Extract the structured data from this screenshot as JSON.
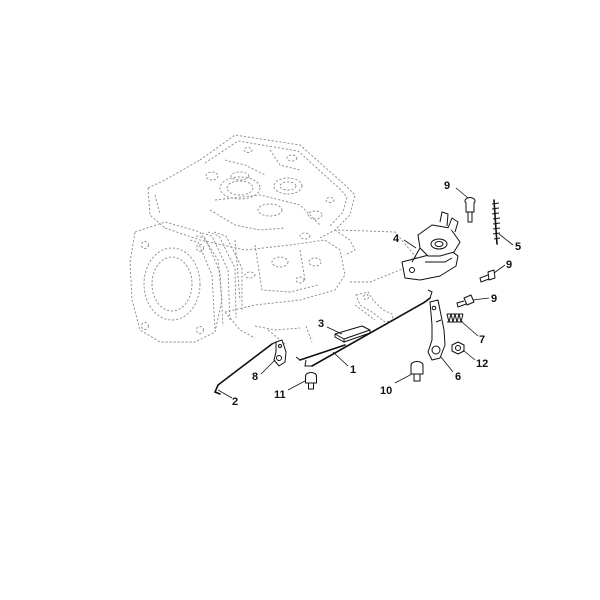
{
  "callouts": [
    {
      "id": "p1",
      "label": "1"
    },
    {
      "id": "p2",
      "label": "2"
    },
    {
      "id": "p3",
      "label": "3"
    },
    {
      "id": "p4",
      "label": "4"
    },
    {
      "id": "p5",
      "label": "5"
    },
    {
      "id": "p6",
      "label": "6"
    },
    {
      "id": "p7",
      "label": "7"
    },
    {
      "id": "p8",
      "label": "8"
    },
    {
      "id": "p9a",
      "label": "9"
    },
    {
      "id": "p9b",
      "label": "9"
    },
    {
      "id": "p9c",
      "label": "9"
    },
    {
      "id": "p10",
      "label": "10"
    },
    {
      "id": "p11",
      "label": "11"
    },
    {
      "id": "p12",
      "label": "12"
    }
  ],
  "colors": {
    "line": "#111111",
    "ghost": "#8a8a8a",
    "background": "#ffffff"
  }
}
